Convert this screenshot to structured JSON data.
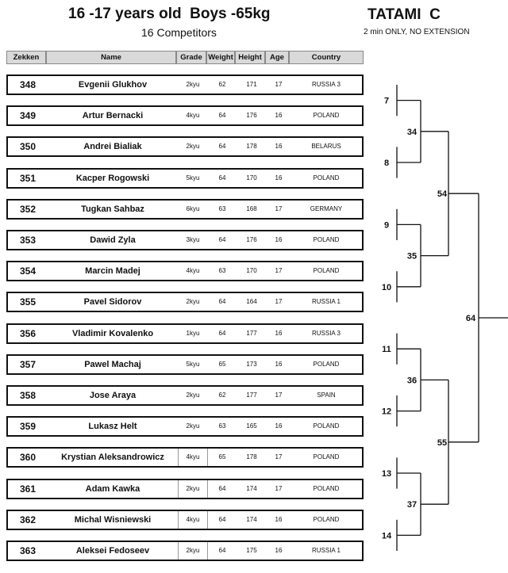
{
  "header": {
    "title": "16 -17 years old  Boys -65kg",
    "subtitle": "16 Competitors",
    "tatami": "TATAMI  C",
    "note": "2 min ONLY, NO EXTENSION"
  },
  "columns": [
    "Zekken",
    "Name",
    "Grade",
    "Weight",
    "Height",
    "Age",
    "Country"
  ],
  "competitors": [
    {
      "zekken": "348",
      "name": "Evgenii Glukhov",
      "grade": "2kyu",
      "weight": "62",
      "height": "171",
      "age": "17",
      "country": "RUSSIA 3"
    },
    {
      "zekken": "349",
      "name": "Artur Bernacki",
      "grade": "4kyu",
      "weight": "64",
      "height": "176",
      "age": "16",
      "country": "POLAND"
    },
    {
      "zekken": "350",
      "name": "Andrei Bialiak",
      "grade": "2kyu",
      "weight": "64",
      "height": "178",
      "age": "16",
      "country": "BELARUS"
    },
    {
      "zekken": "351",
      "name": "Kacper Rogowski",
      "grade": "5kyu",
      "weight": "64",
      "height": "170",
      "age": "16",
      "country": "POLAND"
    },
    {
      "zekken": "352",
      "name": "Tugkan Sahbaz",
      "grade": "6kyu",
      "weight": "63",
      "height": "168",
      "age": "17",
      "country": "GERMANY"
    },
    {
      "zekken": "353",
      "name": "Dawid Zyla",
      "grade": "3kyu",
      "weight": "64",
      "height": "176",
      "age": "16",
      "country": "POLAND"
    },
    {
      "zekken": "354",
      "name": "Marcin Madej",
      "grade": "4kyu",
      "weight": "63",
      "height": "170",
      "age": "17",
      "country": "POLAND"
    },
    {
      "zekken": "355",
      "name": "Pavel Sidorov",
      "grade": "2kyu",
      "weight": "64",
      "height": "164",
      "age": "17",
      "country": "RUSSIA 1"
    },
    {
      "zekken": "356",
      "name": "Vladimir Kovalenko",
      "grade": "1kyu",
      "weight": "64",
      "height": "177",
      "age": "16",
      "country": "RUSSIA 3"
    },
    {
      "zekken": "357",
      "name": "Pawel Machaj",
      "grade": "5kyu",
      "weight": "65",
      "height": "173",
      "age": "16",
      "country": "POLAND"
    },
    {
      "zekken": "358",
      "name": "Jose Araya",
      "grade": "2kyu",
      "weight": "62",
      "height": "177",
      "age": "17",
      "country": "SPAIN"
    },
    {
      "zekken": "359",
      "name": "Lukasz Helt",
      "grade": "2kyu",
      "weight": "63",
      "height": "165",
      "age": "16",
      "country": "POLAND"
    },
    {
      "zekken": "360",
      "name": "Krystian Aleksandrowicz",
      "grade": "4kyu",
      "weight": "65",
      "height": "178",
      "age": "17",
      "country": "POLAND"
    },
    {
      "zekken": "361",
      "name": "Adam Kawka",
      "grade": "2kyu",
      "weight": "64",
      "height": "174",
      "age": "17",
      "country": "POLAND"
    },
    {
      "zekken": "362",
      "name": "Michal Wisniewski",
      "grade": "4kyu",
      "weight": "64",
      "height": "174",
      "age": "16",
      "country": "POLAND"
    },
    {
      "zekken": "363",
      "name": "Aleksei Fedoseev",
      "grade": "2kyu",
      "weight": "64",
      "height": "175",
      "age": "16",
      "country": "RUSSIA 1"
    }
  ],
  "bracket": {
    "round1": [
      "7",
      "8",
      "9",
      "10",
      "11",
      "12",
      "13",
      "14"
    ],
    "round2": [
      "34",
      "35",
      "36",
      "37"
    ],
    "round3": [
      "54",
      "55"
    ],
    "final": "64"
  }
}
